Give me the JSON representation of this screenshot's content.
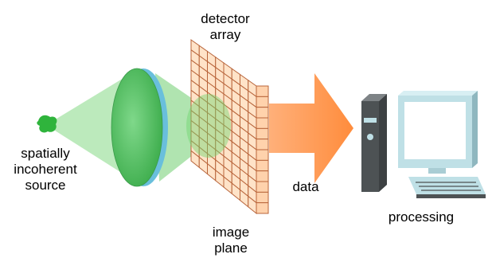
{
  "labels": {
    "detector": [
      "detector",
      "array"
    ],
    "source": [
      "spatially",
      "incoherent",
      "source"
    ],
    "data": "data",
    "image_plane": [
      "image",
      "plane"
    ],
    "processing": "processing"
  },
  "colors": {
    "beam": "#8fd98f",
    "lens_body": "#4cbf5a",
    "lens_rim": "#69bfdc",
    "source_blob": "#2fb43c",
    "grid_face": "#ffe3c8",
    "grid_line": "#b8643a",
    "arrow": "#ff9a55",
    "computer_body": "#bfe0e6",
    "computer_dark": "#4d5254",
    "computer_light": "#7e8386"
  },
  "icons": [
    "source-blob-icon",
    "lens-icon",
    "detector-grid-icon",
    "data-arrow-icon",
    "computer-icon"
  ]
}
